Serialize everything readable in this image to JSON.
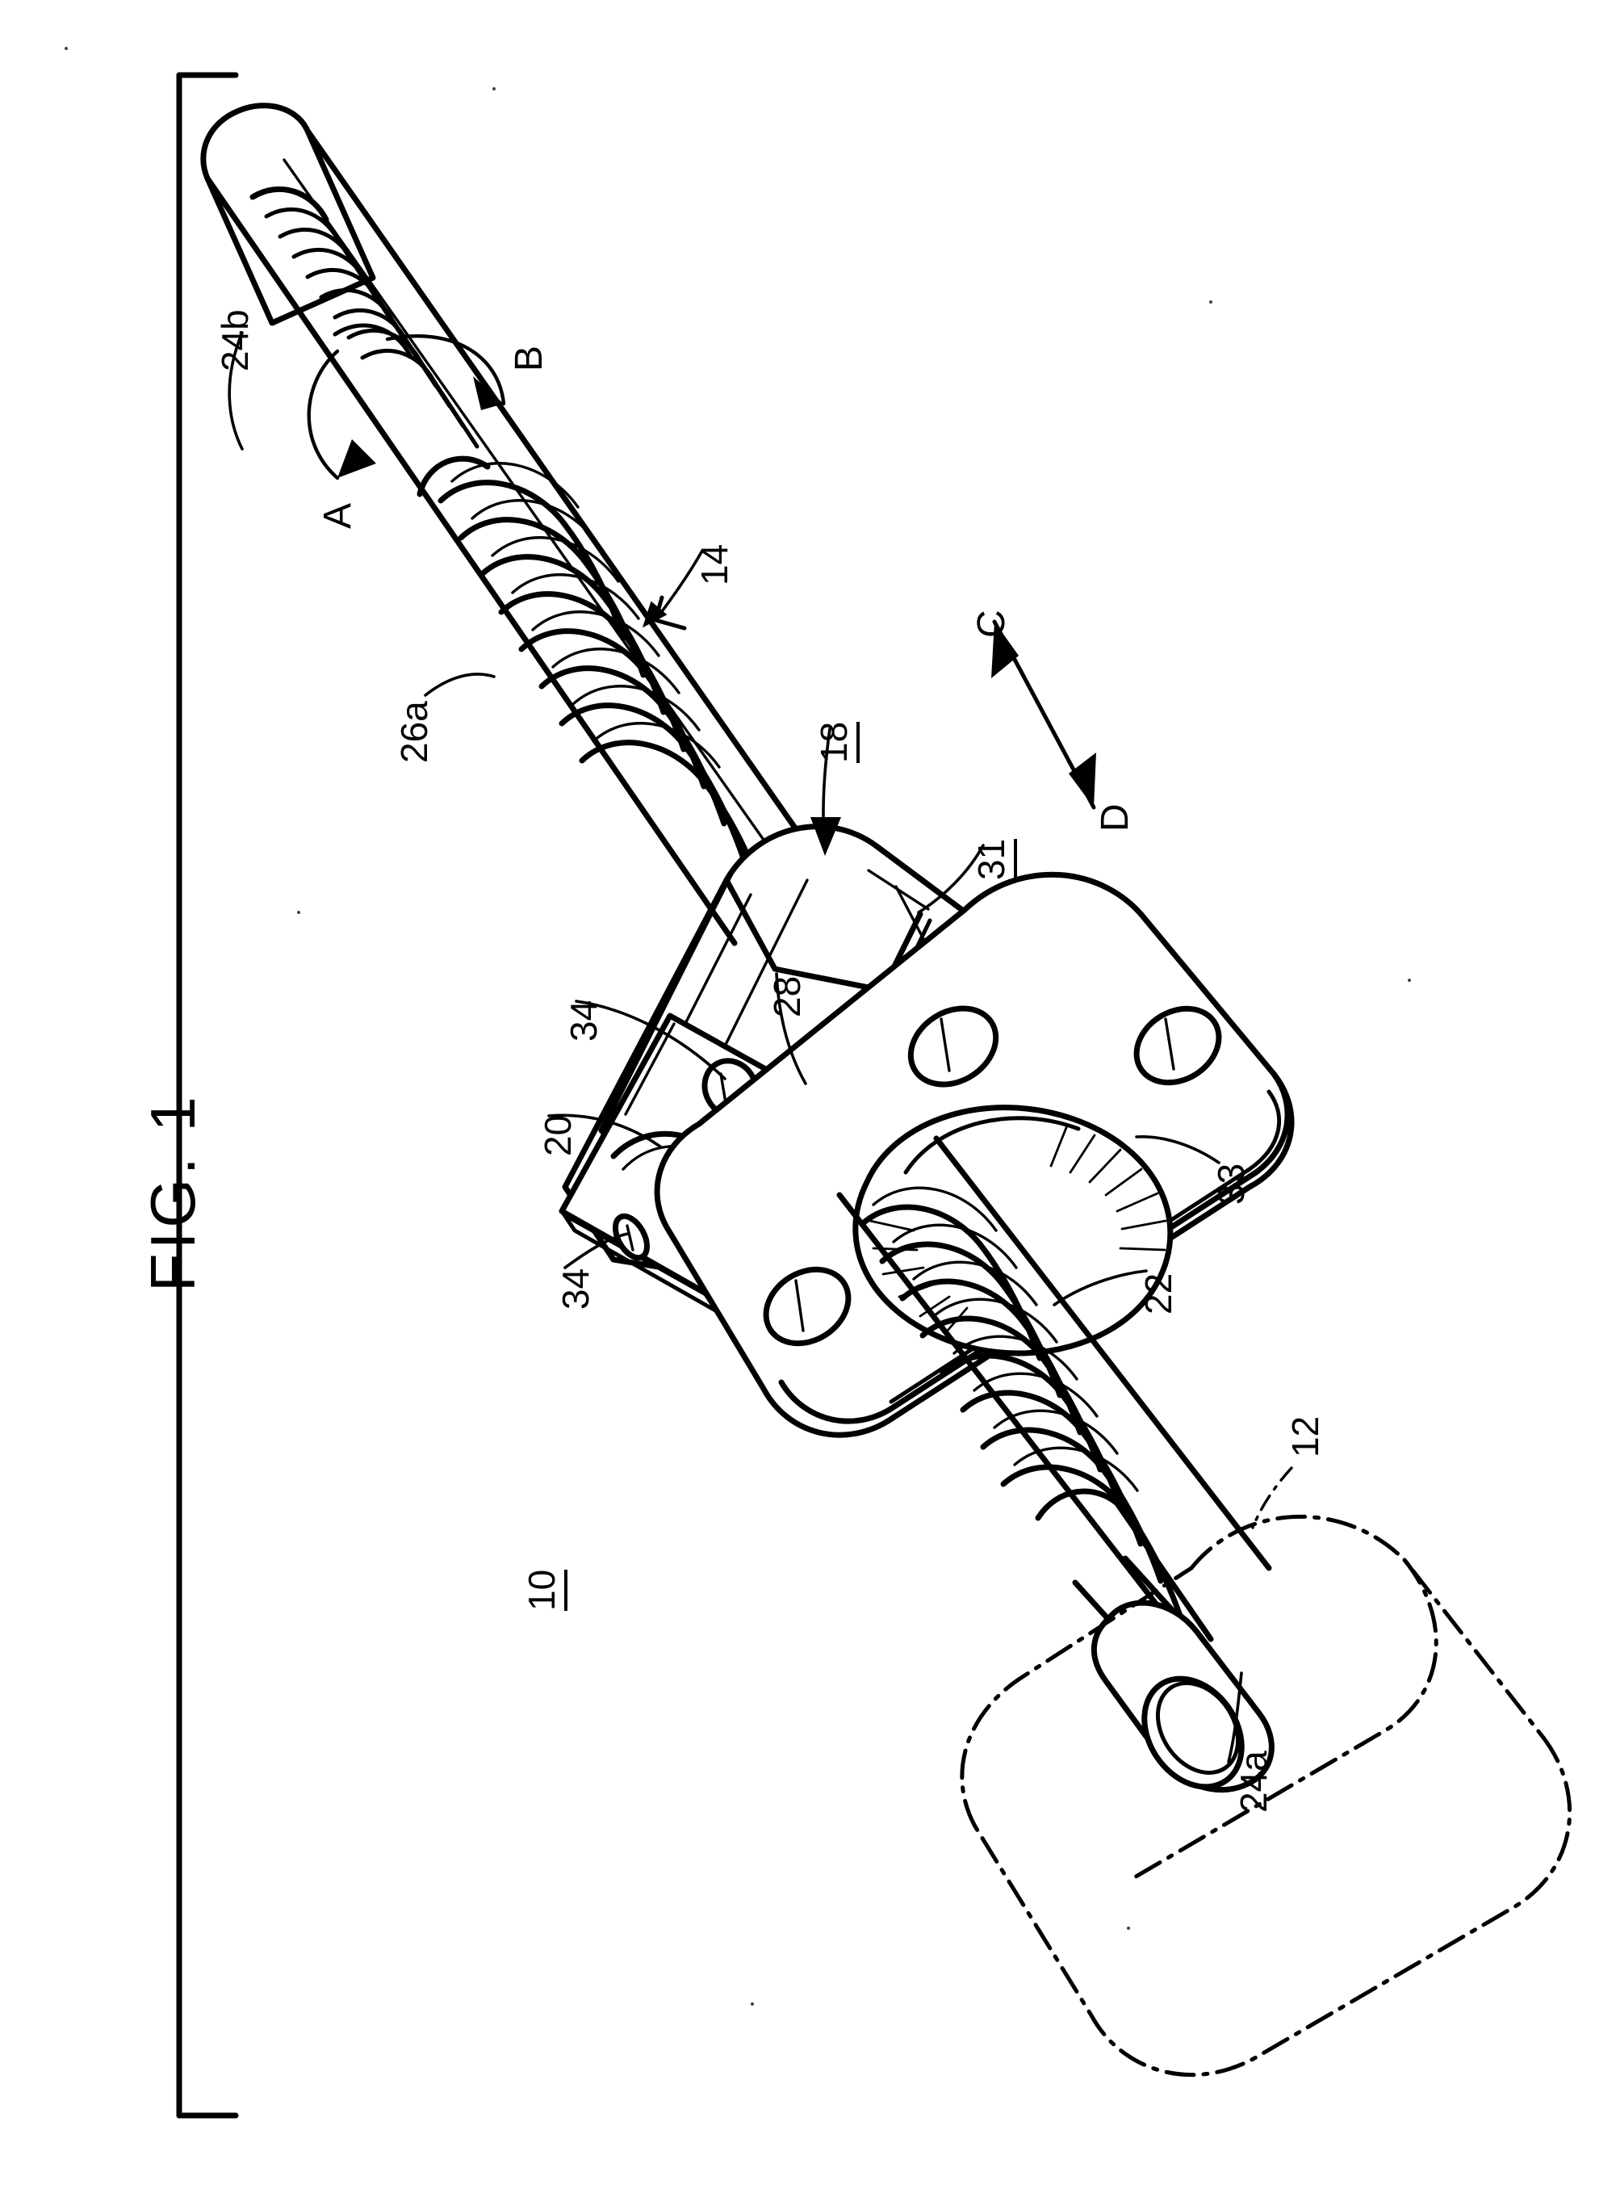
{
  "figure": {
    "title": "FIG. 1",
    "caption_orientation": "rotated-90-ccw",
    "subject": "ball screw assembly with motor"
  },
  "reference_numerals": {
    "assembly": "10",
    "motor": "12",
    "screw_shaft": "14",
    "nut": "18",
    "return_tube_cover": "20",
    "nut_bore_thread": "22",
    "shaft_end_motor_side": "24a",
    "shaft_end_free": "24b",
    "screw_groove": "26a",
    "circulation_tube": "28",
    "nut_body": "31",
    "flange": "33",
    "screw_holes": "34"
  },
  "motion_arrows": {
    "rotation_a": "A",
    "rotation_b": "B",
    "translation_c": "C",
    "translation_d": "D"
  },
  "labels": [
    {
      "id": "fig-title",
      "text": "FIG. 1"
    },
    {
      "id": "num-24b",
      "text": "24b"
    },
    {
      "id": "arrow-a",
      "text": "A"
    },
    {
      "id": "arrow-b",
      "text": "B"
    },
    {
      "id": "num-26a",
      "text": "26a"
    },
    {
      "id": "num-14",
      "text": "14"
    },
    {
      "id": "arrow-c",
      "text": "C"
    },
    {
      "id": "arrow-d",
      "text": "D"
    },
    {
      "id": "num-18",
      "text": "18"
    },
    {
      "id": "num-31",
      "text": "31"
    },
    {
      "id": "num-34-top",
      "text": "34"
    },
    {
      "id": "num-28",
      "text": "28"
    },
    {
      "id": "num-20",
      "text": "20"
    },
    {
      "id": "num-34-bot",
      "text": "34"
    },
    {
      "id": "num-33",
      "text": "33"
    },
    {
      "id": "num-22",
      "text": "22"
    },
    {
      "id": "num-10",
      "text": "10"
    },
    {
      "id": "num-12",
      "text": "12"
    },
    {
      "id": "num-24a",
      "text": "24a"
    }
  ],
  "colors": {
    "ink": "#000000",
    "paper": "#ffffff"
  }
}
